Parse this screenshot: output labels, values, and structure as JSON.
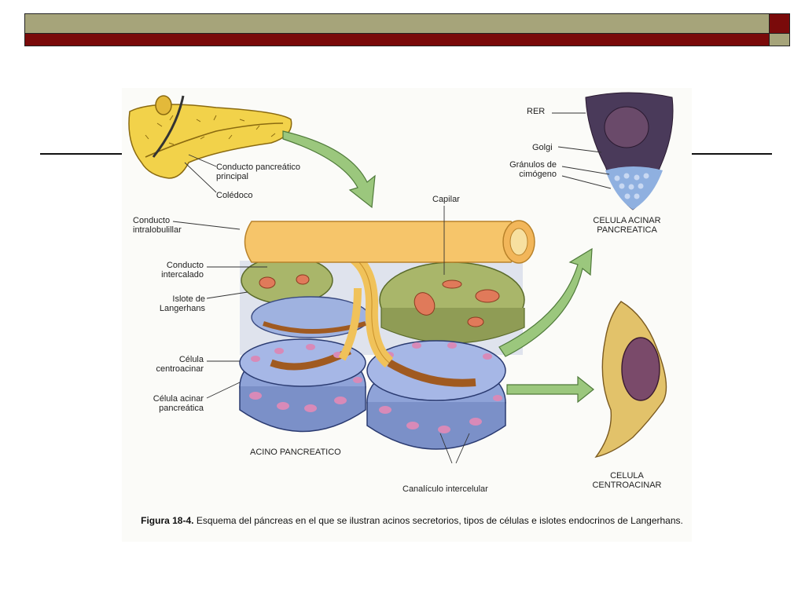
{
  "figure": {
    "labels": {
      "conducto_pancreatico": "Conducto pancreático\nprincipal",
      "coledoco": "Colédoco",
      "capilar": "Capilar",
      "conducto_intralobulillar": "Conducto\nintralobulillar",
      "conducto_intercalado": "Conducto\nintercalado",
      "islote": "Islote de\nLangerhans",
      "celula_centroacinar": "Célula\ncentroacinar",
      "celula_acinar": "Célula acinar\npancreática",
      "acino": "ACINO PANCREATICO",
      "canaliculo": "Canalículo intercelular",
      "rer": "RER",
      "golgi": "Golgi",
      "granulos": "Gránulos de\ncimógeno",
      "celula_acinar_title": "CELULA ACINAR\nPANCREATICA",
      "celula_centroacinar_title": "CELULA\nCENTROACINAR"
    },
    "caption": {
      "number": "Figura 18-4.",
      "text": "Esquema del páncreas en el que se ilustran acinos secretorios, tipos de células e islotes endocrinos de Langerhans."
    }
  },
  "colors": {
    "banner_olive": "#a6a47a",
    "banner_maroon": "#7a0a0a"
  }
}
